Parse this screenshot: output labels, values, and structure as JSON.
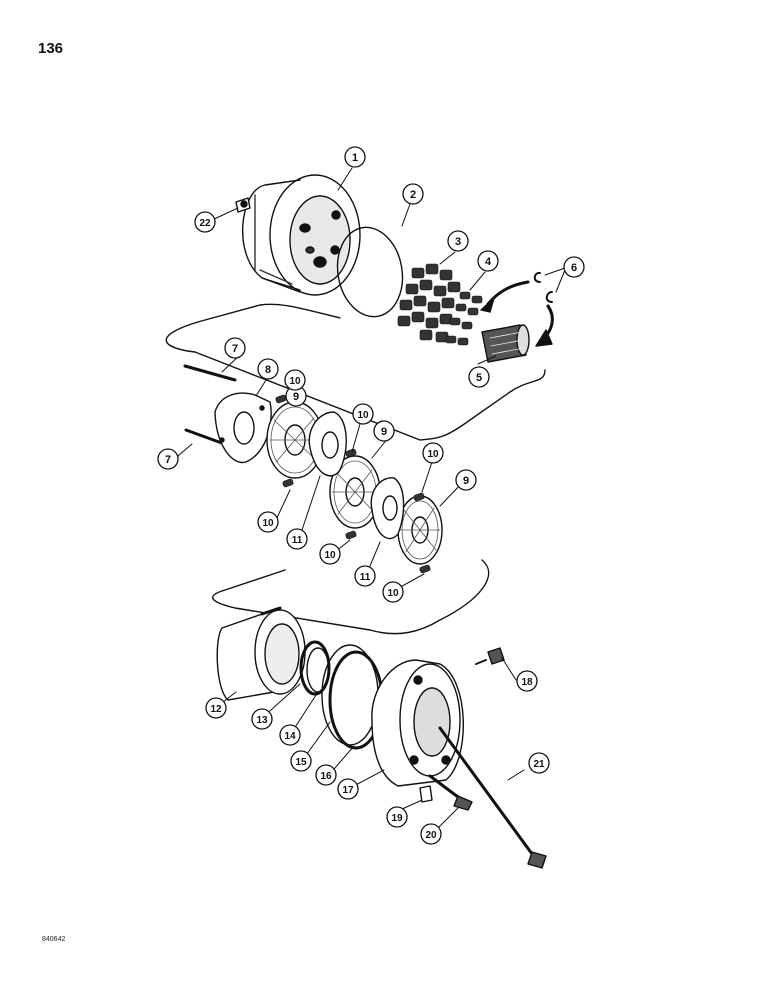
{
  "page_number": "136",
  "figure_code": "840642",
  "colors": {
    "ink": "#111111",
    "paper": "#ffffff",
    "shade": "#3a3a3a"
  },
  "callouts": [
    {
      "id": "1",
      "label": "1"
    },
    {
      "id": "2",
      "label": "2"
    },
    {
      "id": "3",
      "label": "3"
    },
    {
      "id": "4",
      "label": "4"
    },
    {
      "id": "5",
      "label": "5"
    },
    {
      "id": "6",
      "label": "6"
    },
    {
      "id": "7a",
      "label": "7"
    },
    {
      "id": "7b",
      "label": "7"
    },
    {
      "id": "8",
      "label": "8"
    },
    {
      "id": "9a",
      "label": "9"
    },
    {
      "id": "9b",
      "label": "9"
    },
    {
      "id": "9c",
      "label": "9"
    },
    {
      "id": "10a",
      "label": "10"
    },
    {
      "id": "10b",
      "label": "10"
    },
    {
      "id": "10c",
      "label": "10"
    },
    {
      "id": "10d",
      "label": "10"
    },
    {
      "id": "10e",
      "label": "10"
    },
    {
      "id": "10f",
      "label": "10"
    },
    {
      "id": "11a",
      "label": "11"
    },
    {
      "id": "11b",
      "label": "11"
    },
    {
      "id": "12",
      "label": "12"
    },
    {
      "id": "13",
      "label": "13"
    },
    {
      "id": "14",
      "label": "14"
    },
    {
      "id": "15",
      "label": "15"
    },
    {
      "id": "16",
      "label": "16"
    },
    {
      "id": "17",
      "label": "17"
    },
    {
      "id": "18",
      "label": "18"
    },
    {
      "id": "19",
      "label": "19"
    },
    {
      "id": "20",
      "label": "20"
    },
    {
      "id": "21",
      "label": "21"
    },
    {
      "id": "22",
      "label": "22"
    }
  ]
}
